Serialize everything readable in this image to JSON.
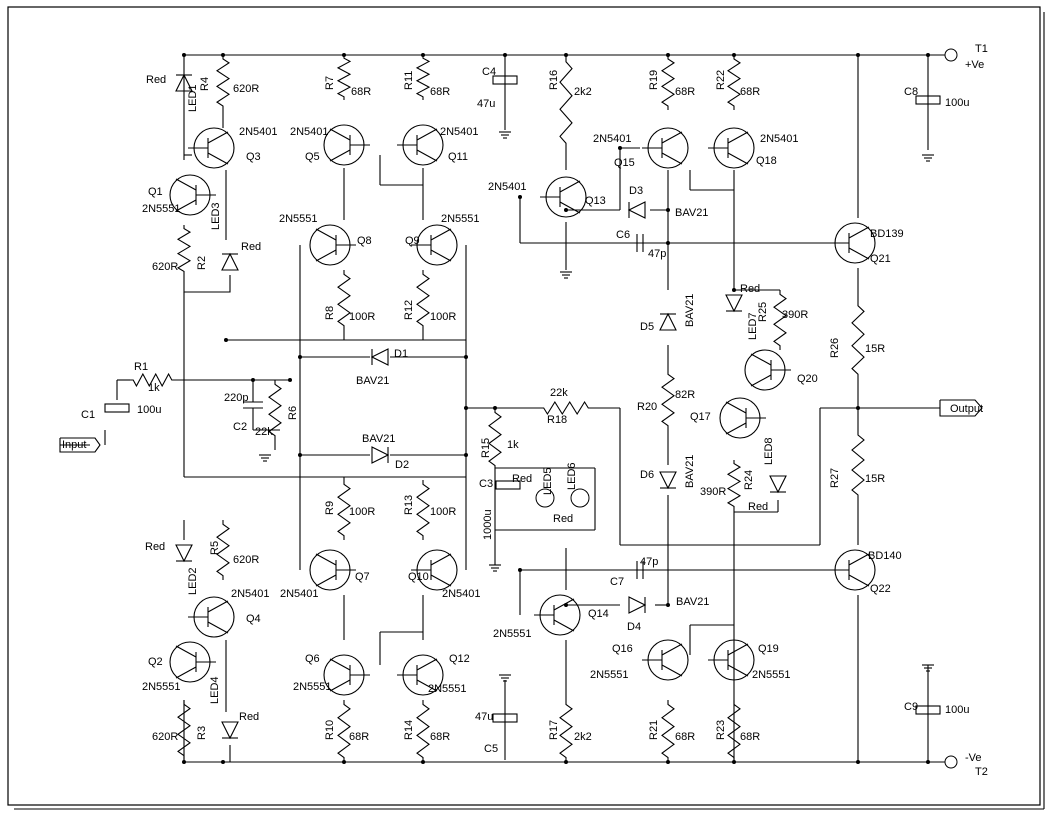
{
  "labels": [
    "Red",
    "R4",
    "620R",
    "LED1",
    "2N5401",
    "Q3",
    "Q1",
    "2N5551",
    "LED3",
    "Red",
    "R2",
    "620R",
    "R7",
    "68R",
    "R11",
    "68R",
    "2N5401",
    "2N5401",
    "Q5",
    "Q11",
    "2N5551",
    "2N5551",
    "Q8",
    "Q9",
    "R8",
    "100R",
    "R12",
    "100R",
    "D1",
    "BAV21",
    "BAV21",
    "D2",
    "R9",
    "100R",
    "R13",
    "100R",
    "2N5401",
    "Q7",
    "Q10",
    "2N5401",
    "Q6",
    "Q12",
    "2N5551",
    "2N5551",
    "R10",
    "68R",
    "R14",
    "68R",
    "C4",
    "47u",
    "R16",
    "2k2",
    "2N5401",
    "Q13",
    "D3",
    "BAV21",
    "C6",
    "47p",
    "R19",
    "68R",
    "R22",
    "68R",
    "2N5401",
    "Q15",
    "2N5401",
    "Q18",
    "D5",
    "BAV21",
    "R20",
    "82R",
    "D6",
    "BAV21",
    "Red",
    "LED7",
    "R25",
    "390R",
    "Q20",
    "Q17",
    "LED8",
    "Red",
    "R24",
    "390R",
    "BD139",
    "Q21",
    "R26",
    "15R",
    "R27",
    "15R",
    "BD140",
    "Q22",
    "C8",
    "100u",
    "C9",
    "100u",
    "T1",
    "+Ve",
    "-Ve",
    "T2",
    "Output",
    "R1",
    "1k",
    "C1",
    "100u",
    "Input",
    "220p",
    "C2",
    "R6",
    "22k",
    "R15",
    "1k",
    "22k",
    "R18",
    "C3",
    "1000u",
    "LED5",
    "LED6",
    "Red",
    "Red",
    "47p",
    "C7",
    "D4",
    "BAV21",
    "Q14",
    "2N5551",
    "Q16",
    "2N5551",
    "Q19",
    "2N5551",
    "R17",
    "2k2",
    "R21",
    "68R",
    "R23",
    "68R",
    "47u",
    "C5",
    "Red",
    "LED2",
    "R5",
    "620R",
    "2N5401",
    "Q4",
    "Q2",
    "2N5551",
    "LED4",
    "Red",
    "R3",
    "620R"
  ]
}
